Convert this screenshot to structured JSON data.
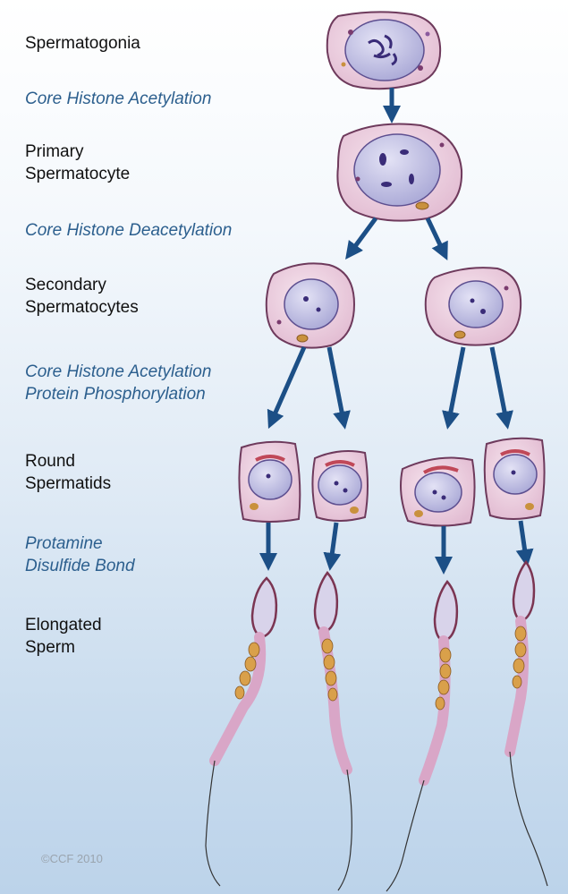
{
  "stages": {
    "spermatogonia": "Spermatogonia",
    "primary_line1": "Primary",
    "primary_line2": "Spermatocyte",
    "secondary_line1": "Secondary",
    "secondary_line2": "Spermatocytes",
    "round_line1": "Round",
    "round_line2": "Spermatids",
    "elongated_line1": "Elongated",
    "elongated_line2": "Sperm"
  },
  "processes": {
    "acetylation_1": "Core Histone Acetylation",
    "deacetylation": "Core Histone Deacetylation",
    "acetylation_2": "Core Histone Acetylation",
    "phosphorylation": "Protein Phosphorylation",
    "protamine": "Protamine",
    "disulfide": "Disulfide Bond"
  },
  "copyright": "©CCF 2010",
  "colors": {
    "cell_fill": "#eccfe0",
    "cell_outline": "#6e3a5c",
    "nucleus_fill": "#c6c6e6",
    "chromatin": "#3a2c78",
    "arrow": "#1c4f86",
    "mitochondria": "#c9913d",
    "acrosome": "#c04858",
    "label_process": "#2c5f8e"
  }
}
